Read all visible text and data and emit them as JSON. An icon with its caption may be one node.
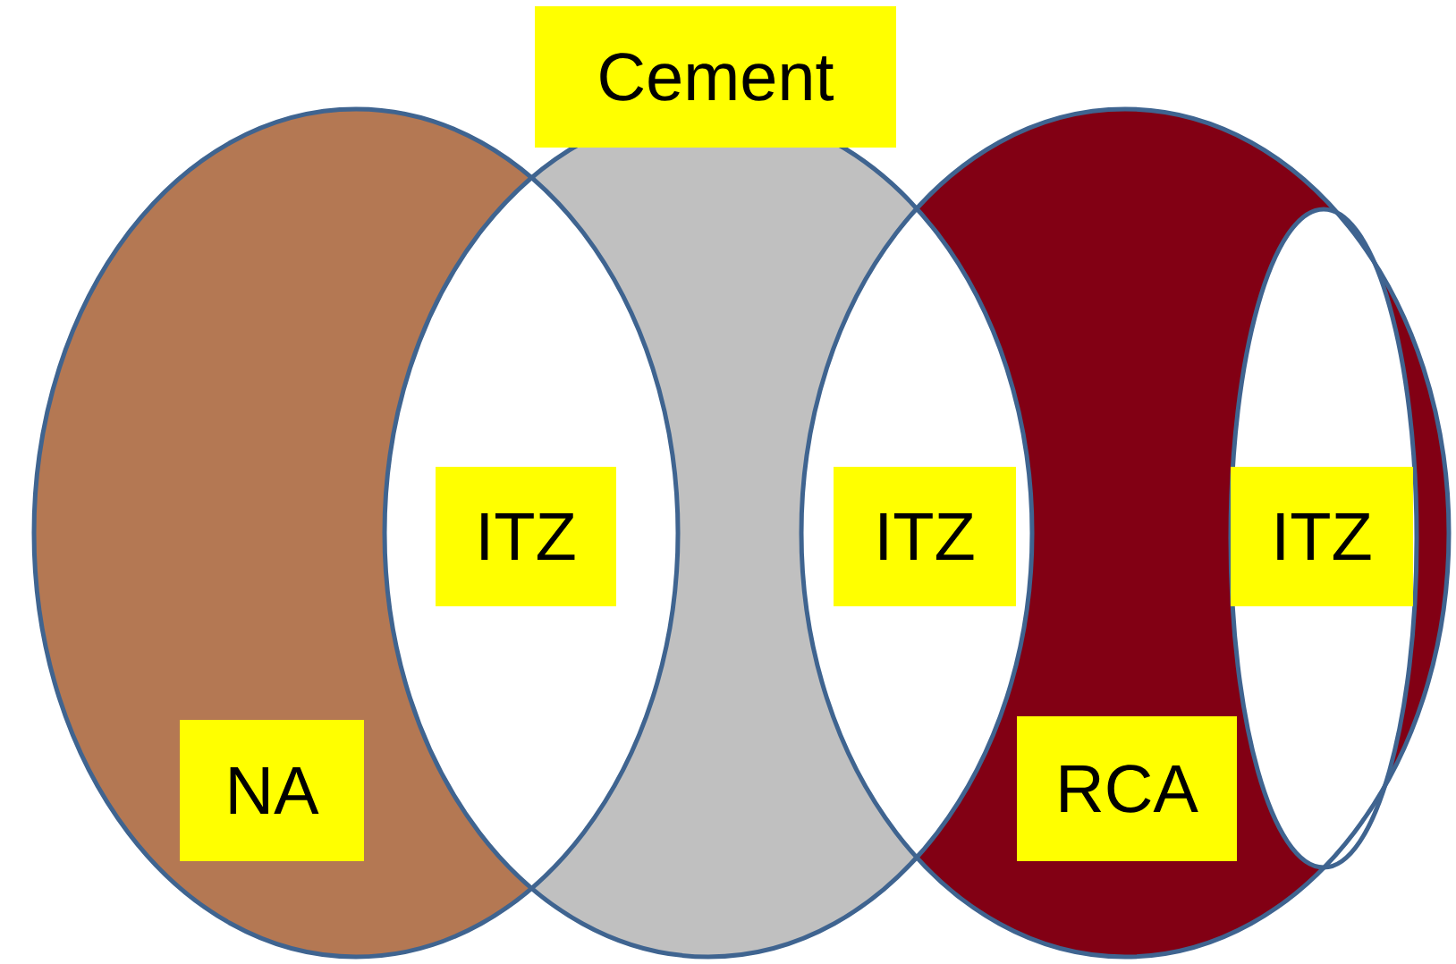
{
  "diagram": {
    "nodes": [
      {
        "text": [
          "Cement"
        ]
      },
      {
        "text": [
          "ITZ"
        ]
      },
      {
        "text": [
          "ITZ"
        ]
      },
      {
        "text": [
          "ITZ"
        ]
      },
      {
        "text": [
          "NA"
        ]
      },
      {
        "text": [
          "RCA"
        ]
      }
    ]
  }
}
